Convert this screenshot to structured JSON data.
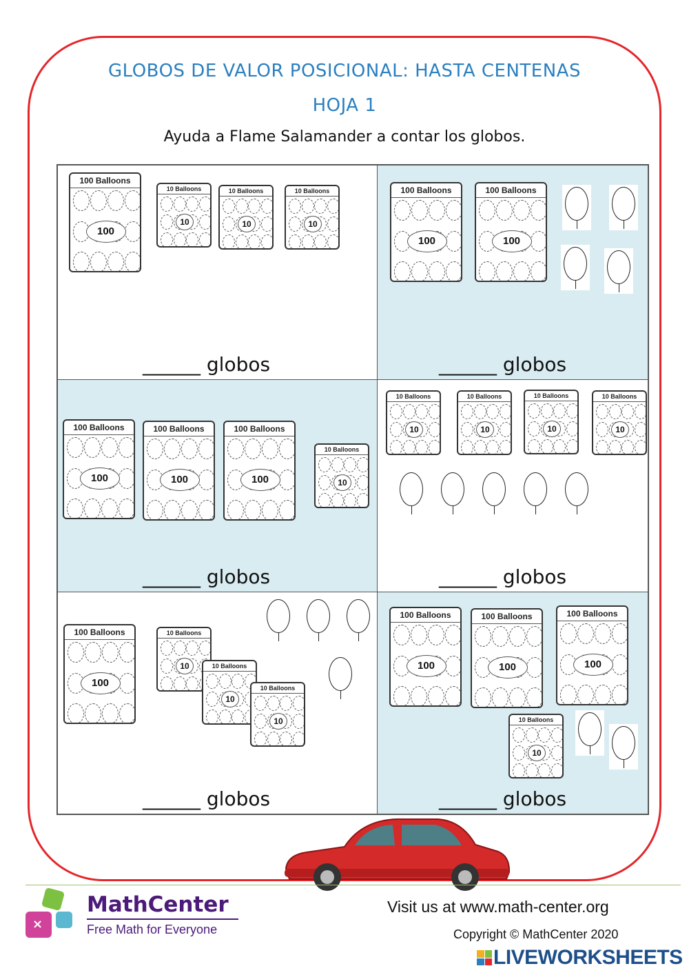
{
  "title_line1": "GLOBOS DE VALOR POSICIONAL: HASTA CENTENAS",
  "title_line2": "HOJA 1",
  "instruction": "Ayuda a Flame Salamander a contar los globos.",
  "labels": {
    "hundred_header": "100 Balloons",
    "hundred_value": "100",
    "ten_header": "10 Balloons",
    "ten_value": "10"
  },
  "answer_text": "______ globos",
  "panels": [
    {
      "hundreds": 1,
      "tens": 3,
      "ones": 0
    },
    {
      "hundreds": 2,
      "tens": 0,
      "ones": 4
    },
    {
      "hundreds": 3,
      "tens": 1,
      "ones": 0
    },
    {
      "hundreds": 0,
      "tens": 4,
      "ones": 5
    },
    {
      "hundreds": 1,
      "tens": 3,
      "ones": 4
    },
    {
      "hundreds": 3,
      "tens": 1,
      "ones": 2
    }
  ],
  "footer": {
    "brand": "MathCenter",
    "slogan": "Free Math for Everyone",
    "visit": "Visit us at www.math-center.org",
    "copyright": "Copyright © MathCenter 2020",
    "liveworksheets": "LIVEWORKSHEETS"
  },
  "colors": {
    "border": "#e3262a",
    "title": "#2a7fc0",
    "panel_blue": "#d9ecf2",
    "brand": "#4b1a7a"
  }
}
